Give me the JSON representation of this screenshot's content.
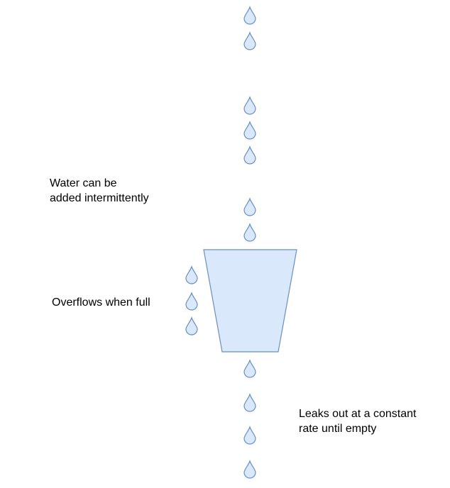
{
  "diagram": {
    "title": "Leaky bucket",
    "labels": {
      "intermittent_line1": "Water can be",
      "intermittent_line2": "added intermittently",
      "overflow": "Overflows when full",
      "leak_line1": "Leaks out at a constant",
      "leak_line2": "rate until empty"
    },
    "colors": {
      "fill": "#dae8fc",
      "stroke": "#6c8ebf"
    },
    "icons": {
      "drop": "water-drop-icon",
      "bucket": "bucket-shape"
    }
  }
}
